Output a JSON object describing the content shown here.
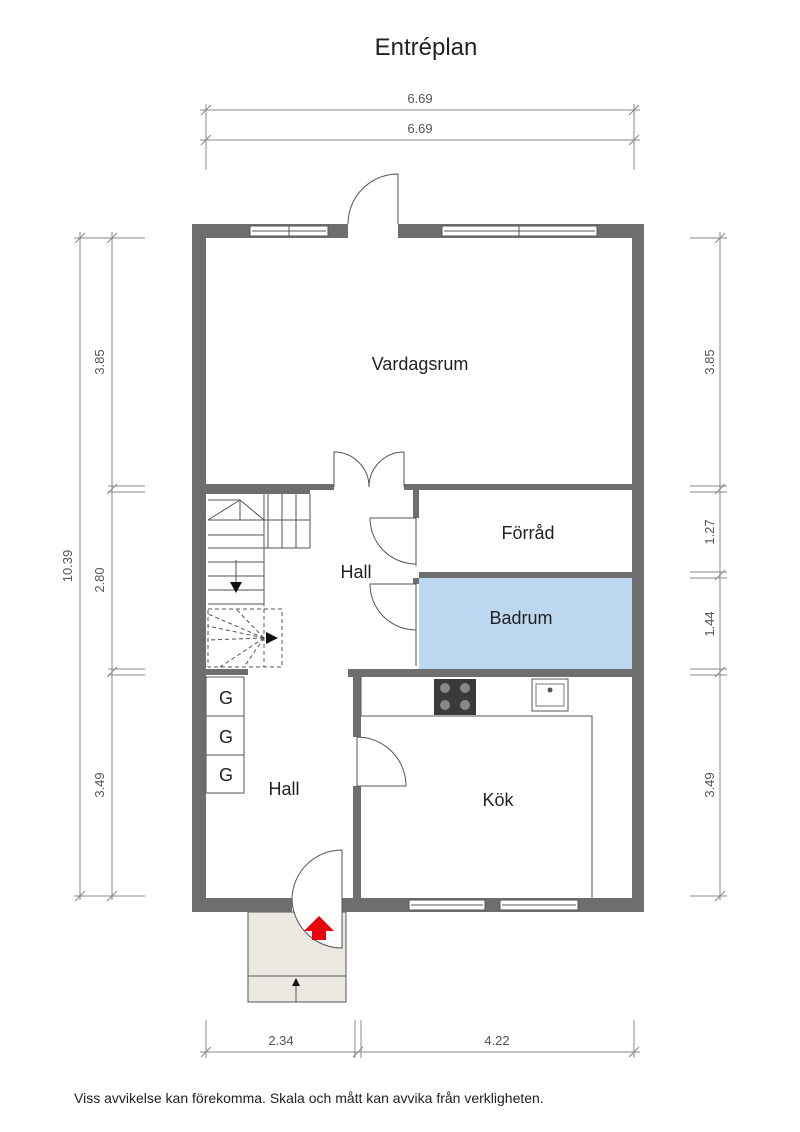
{
  "title": "Entréplan",
  "dimensions": {
    "top_outer": "6.69",
    "top_inner": "6.69",
    "left_total": "10.39",
    "left_upper": "3.85",
    "left_middle": "2.80",
    "left_lower": "3.49",
    "right_upper": "3.85",
    "right_storage": "1.27",
    "right_bath": "1.44",
    "right_lower": "3.49",
    "bottom_left": "2.34",
    "bottom_right": "4.22"
  },
  "rooms": {
    "living": "Vardagsrum",
    "hall_upper": "Hall",
    "storage": "Förråd",
    "bathroom": "Badrum",
    "hall_lower": "Hall",
    "kitchen": "Kök"
  },
  "wardrobes": [
    "G",
    "G",
    "G"
  ],
  "colors": {
    "wall": "#6d6e70",
    "bathroom": "#bdd7f0",
    "entry_arrow": "#e8000b",
    "porch": "#ebe8e2"
  },
  "disclaimer": "Viss avvikelse kan förekomma. Skala och mått kan avvika från verkligheten."
}
